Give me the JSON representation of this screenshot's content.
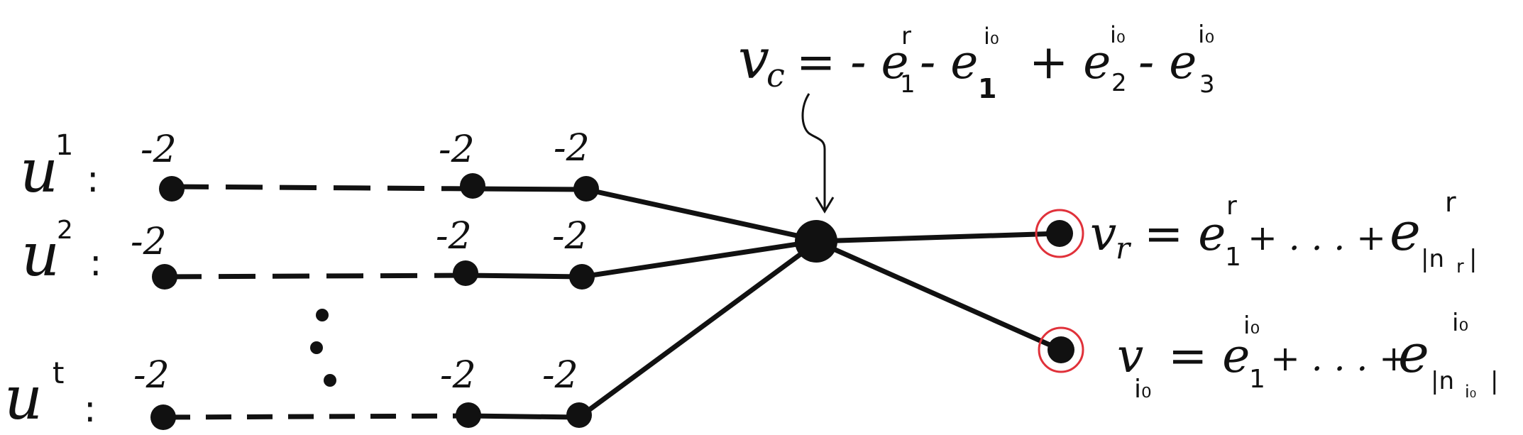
{
  "colors": {
    "ink": "#111111",
    "highlight": "#e0313a"
  },
  "rows": [
    {
      "name": "u",
      "superscript": "1",
      "separator": ":",
      "weights": [
        "-2",
        "-2",
        "-2"
      ]
    },
    {
      "name": "u",
      "superscript": "2",
      "separator": ":",
      "weights": [
        "-2",
        "-2",
        "-2"
      ]
    },
    {
      "name": "u",
      "superscript": "t",
      "separator": ":",
      "weights": [
        "-2",
        "-2",
        "-2"
      ]
    }
  ],
  "center": {
    "label": "v",
    "label_sub": "c",
    "formula": [
      {
        "text": "= - e",
        "sub": "1",
        "sup": "r"
      },
      {
        "text": "- e",
        "sub": "1",
        "sup": "i₀"
      },
      {
        "text": "+ e",
        "sub": "2",
        "sup": "i₀"
      },
      {
        "text": "- e",
        "sub": "3",
        "sup": "i₀"
      }
    ]
  },
  "leaf_r": {
    "label": "v",
    "label_sub": "r",
    "formula": "= e",
    "first_sub": "1",
    "first_sup": "r",
    "middle": "+ . . . +",
    "last_text": "e",
    "last_sub": "|n",
    "last_sub_small": "r",
    "last_sub_end": "|",
    "last_sup": "r"
  },
  "leaf_i": {
    "label": "v",
    "label_sub": "i₀",
    "formula": "= e",
    "first_sub": "1",
    "first_sup": "i₀",
    "middle": "+ . . . +",
    "last_text": "e",
    "last_sub": "|n",
    "last_sub_small": "i₀",
    "last_sub_end": "|",
    "last_sup": "i₀"
  }
}
